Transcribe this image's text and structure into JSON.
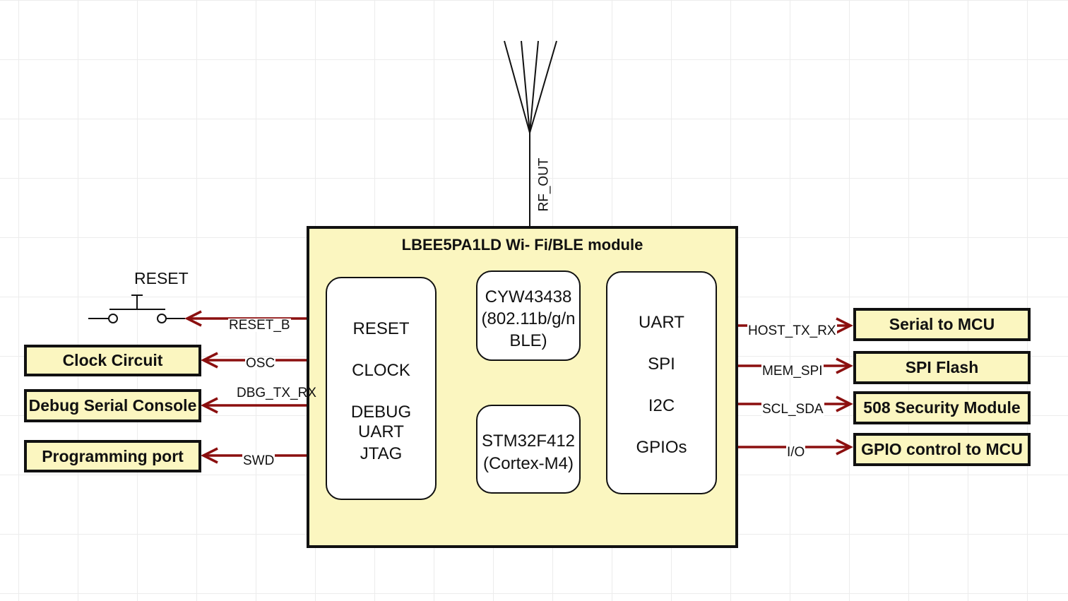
{
  "module": {
    "title": "LBEE5PA1LD Wi- Fi/BLE module"
  },
  "left_block": {
    "items": [
      "RESET",
      "CLOCK",
      "DEBUG UART",
      "JTAG"
    ]
  },
  "radio_block": {
    "lines": [
      "CYW43438",
      "(802.11b/g/n",
      "BLE)"
    ]
  },
  "mcu_block": {
    "lines": [
      "STM32F412",
      "(Cortex-M4)"
    ]
  },
  "right_block": {
    "items": [
      "UART",
      "SPI",
      "I2C",
      "GPIOs"
    ]
  },
  "antenna": {
    "signal": "RF_OUT"
  },
  "reset_switch": {
    "label": "RESET"
  },
  "left_signals": {
    "reset": "RESET_B",
    "osc": "OSC",
    "debug": "DBG_TX_RX",
    "swd": "SWD"
  },
  "left_targets": {
    "clock": "Clock Circuit",
    "debug": "Debug Serial Console",
    "programming": "Programming port"
  },
  "right_signals": {
    "host": "HOST_TX_RX",
    "mem": "MEM_SPI",
    "scl": "SCL_SDA",
    "io": "I/O"
  },
  "right_targets": {
    "serial": "Serial to MCU",
    "flash": "SPI Flash",
    "security": "508 Security Module",
    "gpio": "GPIO control to MCU"
  },
  "colors": {
    "wire": "#8b0f0f",
    "fill": "#fbf6c0",
    "border": "#111111"
  }
}
